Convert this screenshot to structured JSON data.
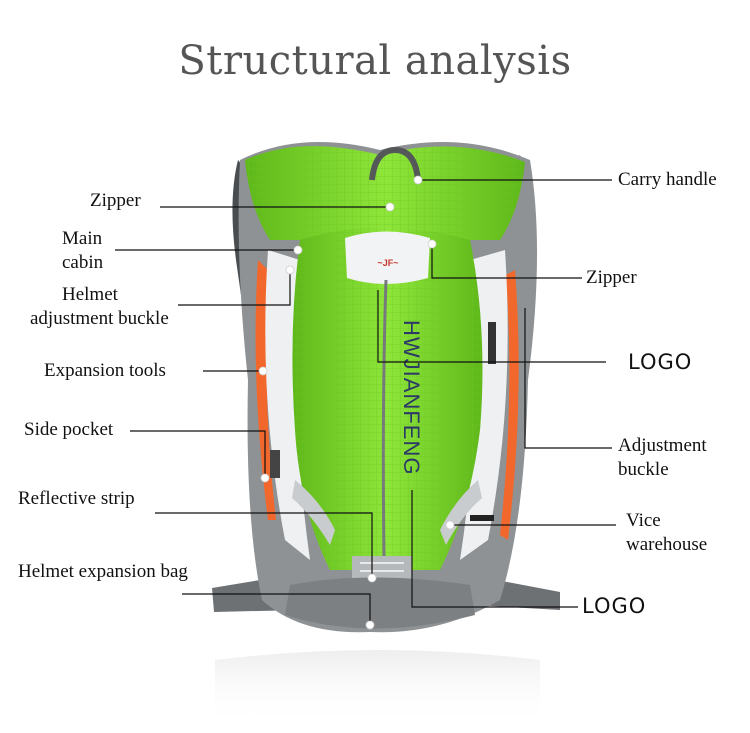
{
  "title": "Structural analysis",
  "brand_text": "HWJIANFENG",
  "labels": {
    "zipper_top": "Zipper",
    "main_cabin_1": "Main",
    "main_cabin_2": "cabin",
    "helmet_buckle_1": "Helmet",
    "helmet_buckle_2": "adjustment buckle",
    "expansion_tools": "Expansion tools",
    "side_pocket": "Side pocket",
    "reflective_strip": "Reflective strip",
    "helmet_bag": "Helmet expansion bag",
    "carry_handle": "Carry handle",
    "zipper_right": "Zipper",
    "logo_upper": "LOGO",
    "adjustment_1": "Adjustment",
    "adjustment_2": "buckle",
    "vice_1": "Vice",
    "vice_2": "warehouse",
    "logo_lower": "LOGO"
  },
  "colors": {
    "bag_green": "#7dd62a",
    "bag_grey": "#8f9294",
    "accent_orange": "#f2682c",
    "panel_white": "#eef0f1",
    "title_grey": "#555555"
  }
}
